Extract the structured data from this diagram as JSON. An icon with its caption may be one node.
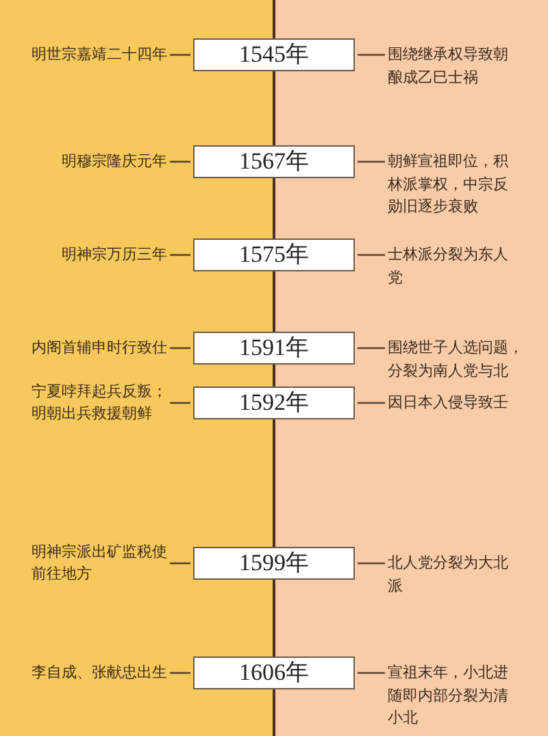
{
  "diagram": {
    "nodes": [
      {
        "text": [
          "明世宗嘉靖二十四年"
        ]
      },
      {
        "text": [
          "1545年"
        ]
      },
      {
        "text": [
          "围绕继承权导致朝酿成乙巳士祸"
        ]
      },
      {
        "text": [
          "明穆宗隆庆元年"
        ]
      },
      {
        "text": [
          "1567年"
        ]
      },
      {
        "text": [
          "朝鲜宣祖即位，积林派掌权，中宗反勋旧逐步衰败"
        ]
      },
      {
        "text": [
          "明神宗万历三年"
        ]
      },
      {
        "text": [
          "1575年"
        ]
      },
      {
        "text": [
          "士林派分裂为东人党"
        ]
      },
      {
        "text": [
          "内阁首辅申时行致仕"
        ]
      },
      {
        "text": [
          "1591年"
        ]
      },
      {
        "text": [
          "围绕世子人选问题，分裂为南人党与北"
        ]
      },
      {
        "text": [
          "宁夏哱拜起兵反叛；明朝出兵救援朝鲜"
        ]
      },
      {
        "text": [
          "1592年"
        ]
      },
      {
        "text": [
          "因日本入侵导致壬"
        ]
      },
      {
        "text": [
          "明神宗派出矿监税使前往地方"
        ]
      },
      {
        "text": [
          "1599年"
        ]
      },
      {
        "text": [
          "北人党分裂为大北派"
        ]
      },
      {
        "text": [
          "李自成、张献忠出生"
        ]
      },
      {
        "text": [
          "1606年"
        ]
      },
      {
        "text": [
          "宣祖末年，小北进随即内部分裂为清小北"
        ]
      }
    ],
    "edges": [
      {
        "from": 0,
        "to": 1,
        "arrow": "none"
      },
      {
        "from": 1,
        "to": 2,
        "arrow": "none"
      },
      {
        "from": 3,
        "to": 4,
        "arrow": "none"
      },
      {
        "from": 4,
        "to": 5,
        "arrow": "none"
      },
      {
        "from": 6,
        "to": 7,
        "arrow": "none"
      },
      {
        "from": 7,
        "to": 8,
        "arrow": "none"
      },
      {
        "from": 9,
        "to": 10,
        "arrow": "none"
      },
      {
        "from": 10,
        "to": 11,
        "arrow": "none"
      },
      {
        "from": 12,
        "to": 13,
        "arrow": "none"
      },
      {
        "from": 13,
        "to": 14,
        "arrow": "none"
      },
      {
        "from": 15,
        "to": 16,
        "arrow": "none"
      },
      {
        "from": 16,
        "to": 17,
        "arrow": "none"
      },
      {
        "from": 18,
        "to": 19,
        "arrow": "none"
      },
      {
        "from": 19,
        "to": 20,
        "arrow": "none"
      }
    ]
  }
}
